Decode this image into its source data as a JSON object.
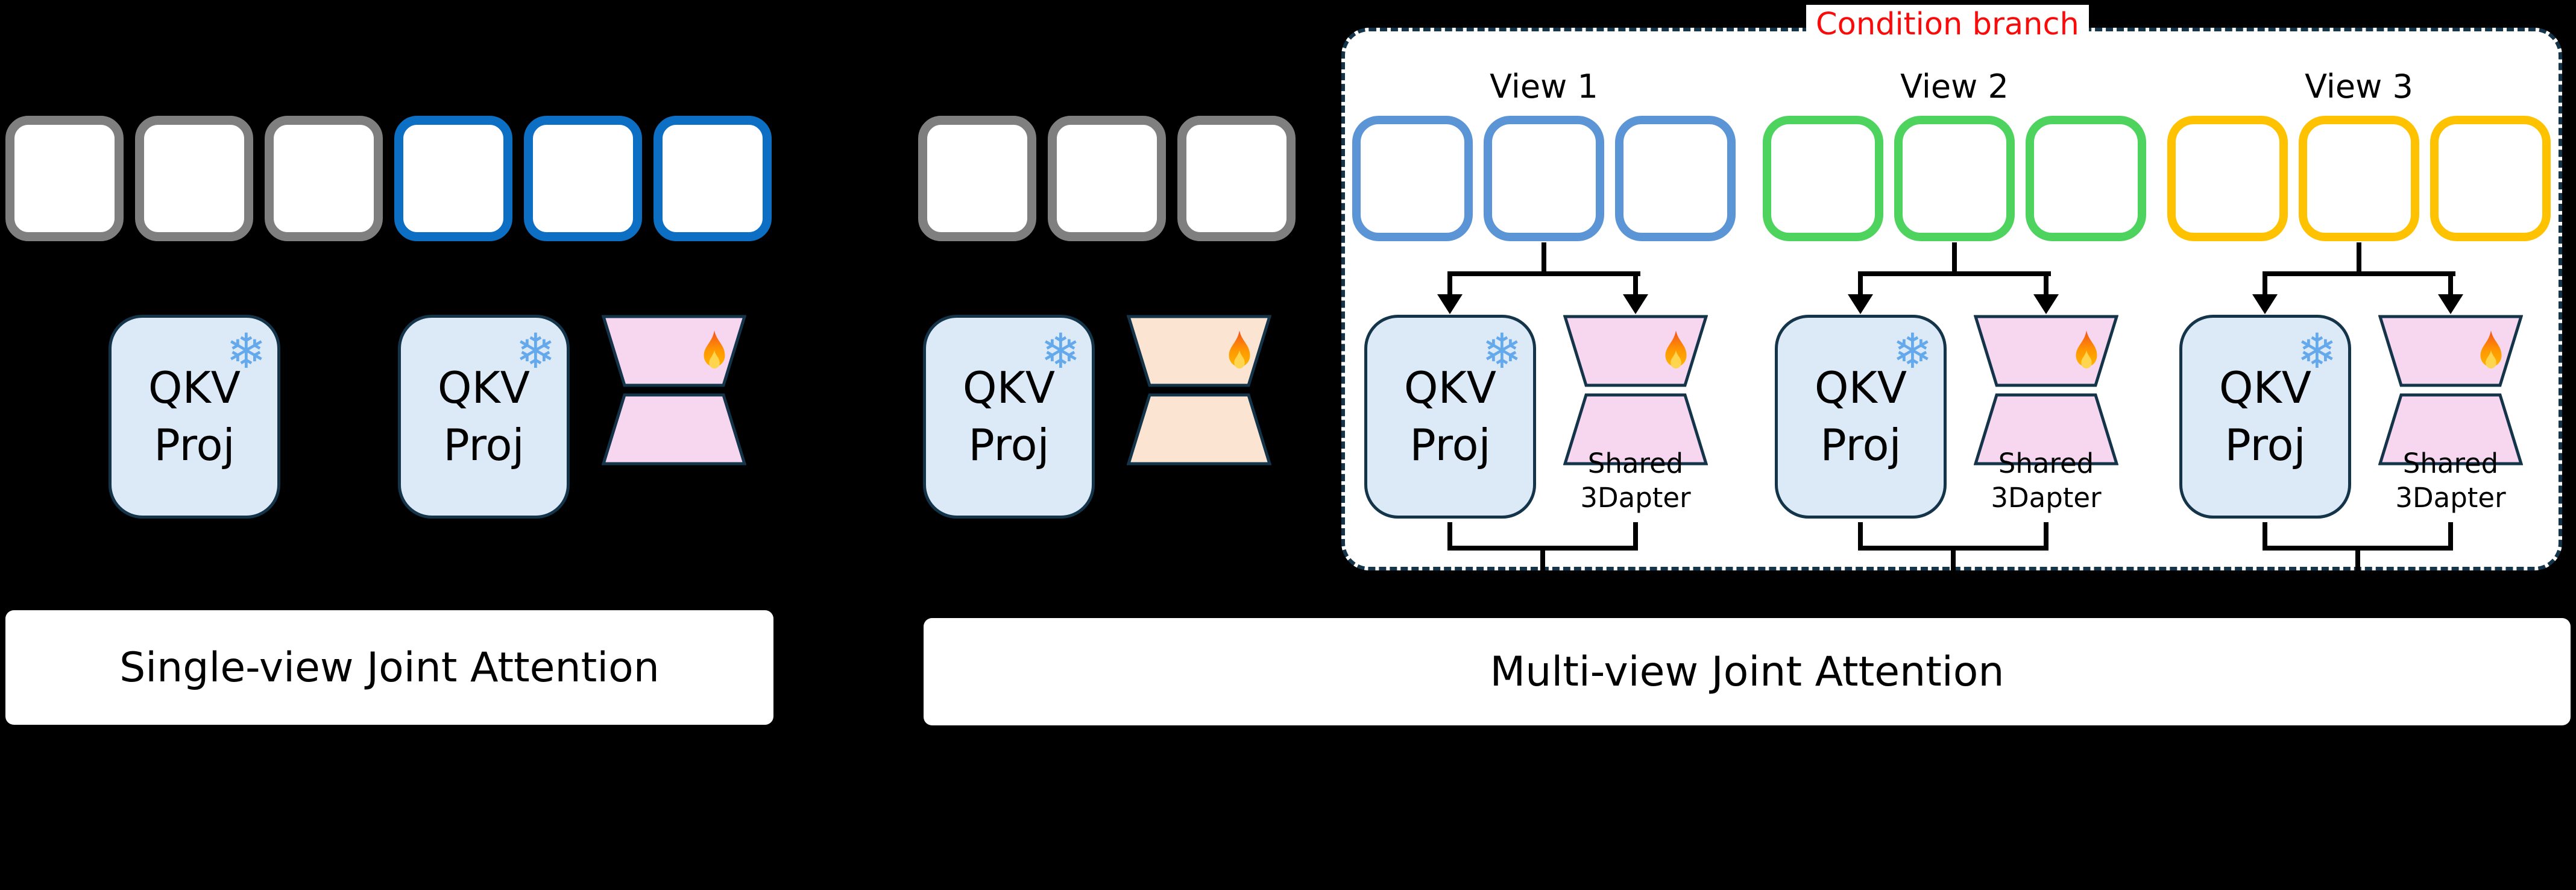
{
  "blocks": {
    "qkv_line1": "QKV",
    "qkv_line2": "Proj",
    "adapter_line1": "Shared",
    "adapter_line2": "3Dapter"
  },
  "panels": {
    "single_view": {
      "label": "Single-view Joint Attention"
    },
    "multi_view": {
      "label": "Multi-view Joint Attention"
    }
  },
  "condition_branch": {
    "label": "Condition branch",
    "views": [
      {
        "label": "View 1"
      },
      {
        "label": "View 2"
      },
      {
        "label": "View 3"
      }
    ]
  },
  "icons": {
    "frozen": "❄",
    "fire": "flame-icon"
  },
  "colors": {
    "bg": "#000000",
    "white": "#ffffff",
    "outline": "#14344a",
    "gray_border": "#7f7f7f",
    "blue_border": "#0d6fc3",
    "view_blue": "#5b95d6",
    "view_green": "#4ed35f",
    "view_yellow": "#fec200",
    "qkv_fill": "#dce9f7",
    "adapter_pink": "#f7d6f0",
    "adapter_peach": "#fce4d3",
    "arrow_black": "#000000",
    "label_red": "#fb0a0a",
    "text_black": "#000000",
    "frozen_blue": "#64a9ec"
  }
}
